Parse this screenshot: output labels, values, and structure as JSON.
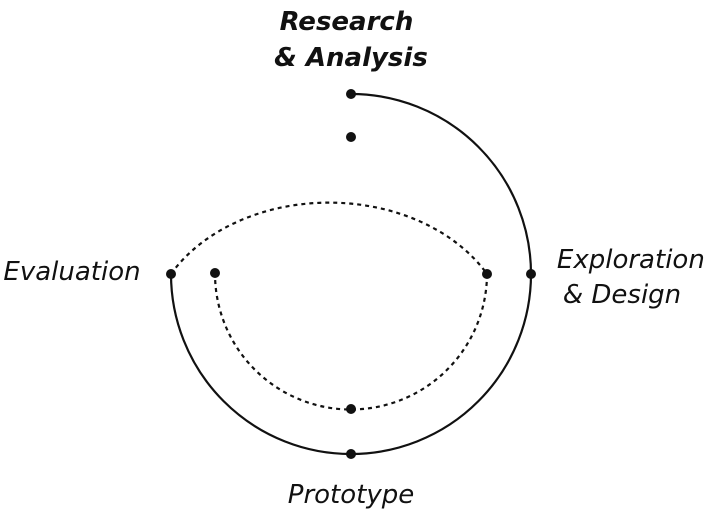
{
  "stages": {
    "research": {
      "line1": "Research",
      "line2": "& Analysis",
      "emphasized": true
    },
    "exploration": {
      "line1": "Exploration",
      "line2": "& Design"
    },
    "prototype": {
      "label": "Prototype"
    },
    "evaluation": {
      "label": "Evaluation"
    }
  },
  "cycles": [
    {
      "name": "outer-cycle",
      "style": "solid"
    },
    {
      "name": "inner-cycle",
      "style": "dotted"
    }
  ],
  "colors": {
    "line": "#111111",
    "background": "#ffffff"
  }
}
